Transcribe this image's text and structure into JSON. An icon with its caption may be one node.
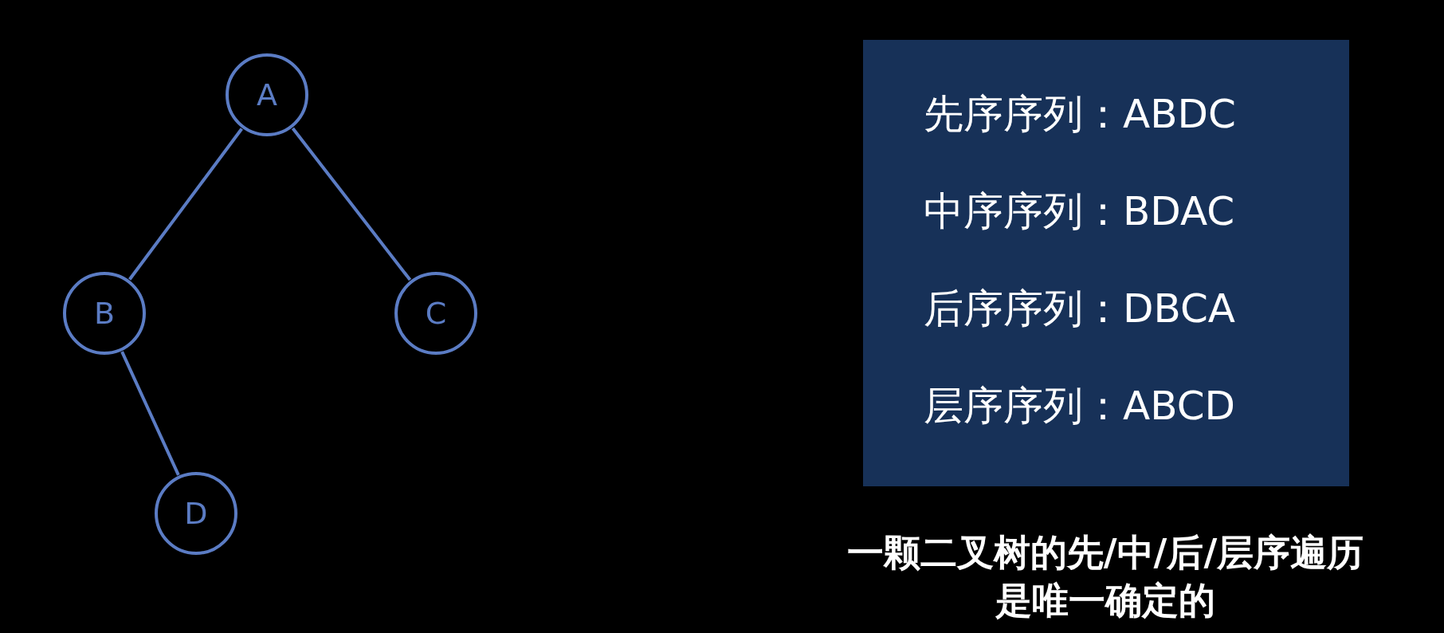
{
  "diagram": {
    "caption": "一颗二叉树的先/中/后/层序遍历是**唯一确定的**",
    "nodes": [
      {
        "text": [
          "A"
        ]
      },
      {
        "text": [
          "B"
        ]
      },
      {
        "text": [
          "C"
        ]
      },
      {
        "text": [
          "D"
        ]
      },
      {
        "text": [
          "先序序列：ABDC",
          "中序序列：BDAC",
          "后序序列：DBCA",
          "层序序列：ABCD"
        ]
      }
    ],
    "edges": [
      {
        "from": 0,
        "to": 1,
        "arrow": "none"
      },
      {
        "from": 0,
        "to": 2,
        "arrow": "none"
      },
      {
        "from": 1,
        "to": 3,
        "arrow": "none"
      }
    ]
  }
}
